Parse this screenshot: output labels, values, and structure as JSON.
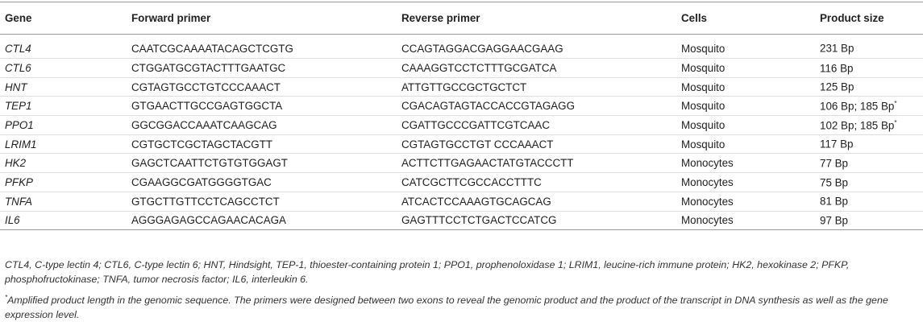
{
  "table": {
    "headers": [
      "Gene",
      "Forward primer",
      "Reverse primer",
      "Cells",
      "Product size"
    ],
    "rows": [
      {
        "gene": "CTL4",
        "forward": "CAATCGCAAAATACAGCTCGTG",
        "reverse": "CCAGTAGGACGAGGAACGAAG",
        "cells": "Mosquito",
        "size": "231 Bp",
        "star": ""
      },
      {
        "gene": "CTL6",
        "forward": "CTGGATGCGTACTTTGAATGC",
        "reverse": "CAAAGGTCCTCTTTGCGATCA",
        "cells": "Mosquito",
        "size": "116 Bp",
        "star": ""
      },
      {
        "gene": "HNT",
        "forward": "CGTAGTGCCTGTCCCAAACT",
        "reverse": "ATTGTTGCCGCTGCTCT",
        "cells": "Mosquito",
        "size": "125 Bp",
        "star": ""
      },
      {
        "gene": "TEP1",
        "forward": "GTGAACTTGCCGAGTGGCTA",
        "reverse": "CGACAGTAGTACCACCGTAGAGG",
        "cells": "Mosquito",
        "size": "106 Bp; 185 Bp",
        "star": "*"
      },
      {
        "gene": "PPO1",
        "forward": "GGCGGACCAAATCAAGCAG",
        "reverse": "CGATTGCCCGATTCGTCAAC",
        "cells": "Mosquito",
        "size": "102 Bp; 185 Bp",
        "star": "*"
      },
      {
        "gene": "LRIM1",
        "forward": "CGTGCTCGCTAGCTACGTT",
        "reverse": "CGTAGTGCCTGT CCCAAACT",
        "cells": "Mosquito",
        "size": "117 Bp",
        "star": ""
      },
      {
        "gene": "HK2",
        "forward": "GAGCTCAATTCTGTGTGGAGT",
        "reverse": "ACTTCTTGAGAACTATGTACCCTT",
        "cells": "Monocytes",
        "size": "77 Bp",
        "star": ""
      },
      {
        "gene": "PFKP",
        "forward": "CGAAGGCGATGGGGTGAC",
        "reverse": "CATCGCTTCGCCACCTTTC",
        "cells": "Monocytes",
        "size": "75 Bp",
        "star": ""
      },
      {
        "gene": "TNFA",
        "forward": "GTGCTTGTTCCTCAGCCTCT",
        "reverse": "ATCACTCCAAAGTGCAGCAG",
        "cells": "Monocytes",
        "size": "81 Bp",
        "star": ""
      },
      {
        "gene": "IL6",
        "forward": "AGGGAGAGCCAGAACACAGA",
        "reverse": "GAGTTTCCTCTGACTCCATCG",
        "cells": "Monocytes",
        "size": "97 Bp",
        "star": ""
      }
    ]
  },
  "notes": {
    "abbreviations": "CTL4, C-type lectin 4; CTL6, C-type lectin 6; HNT, Hindsight, TEP-1, thioester-containing protein 1; PPO1, prophenoloxidase 1; LRIM1, leucine-rich immune protein; HK2, hexokinase 2; PFKP, phosphofructokinase; TNFA, tumor necrosis factor; IL6, interleukin 6.",
    "footnote_marker": "*",
    "footnote": "Amplified product length in the genomic sequence. The primers were designed between two exons to reveal the genomic product and the product of the transcript in DNA synthesis as well as the gene expression level."
  }
}
